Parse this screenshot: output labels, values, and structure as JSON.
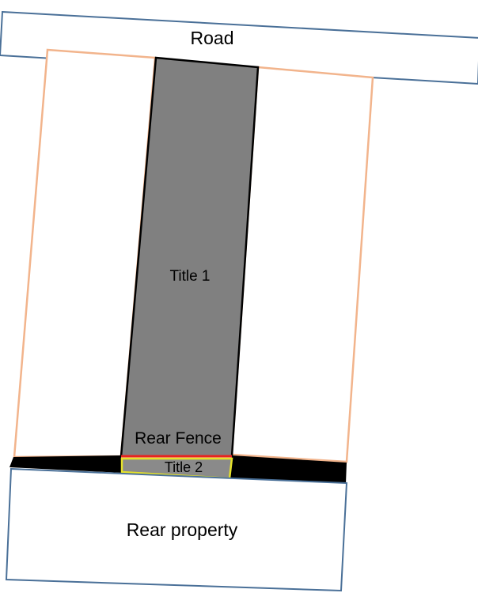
{
  "labels": {
    "road": "Road",
    "title1": "Title 1",
    "rear_fence": "Rear Fence",
    "title2": "Title 2",
    "rear_property": "Rear property"
  },
  "colors": {
    "road_border": "#4a7098",
    "neighbour_lot_border": "#f2b48c",
    "title1_fill": "#808080",
    "title1_border": "#000000",
    "rear_fence": "#e8231f",
    "title2_border": "#e6e22a",
    "title2_fill": "#8a8a8a",
    "black_strip": "#000000",
    "rear_property_border": "#4a7098"
  }
}
